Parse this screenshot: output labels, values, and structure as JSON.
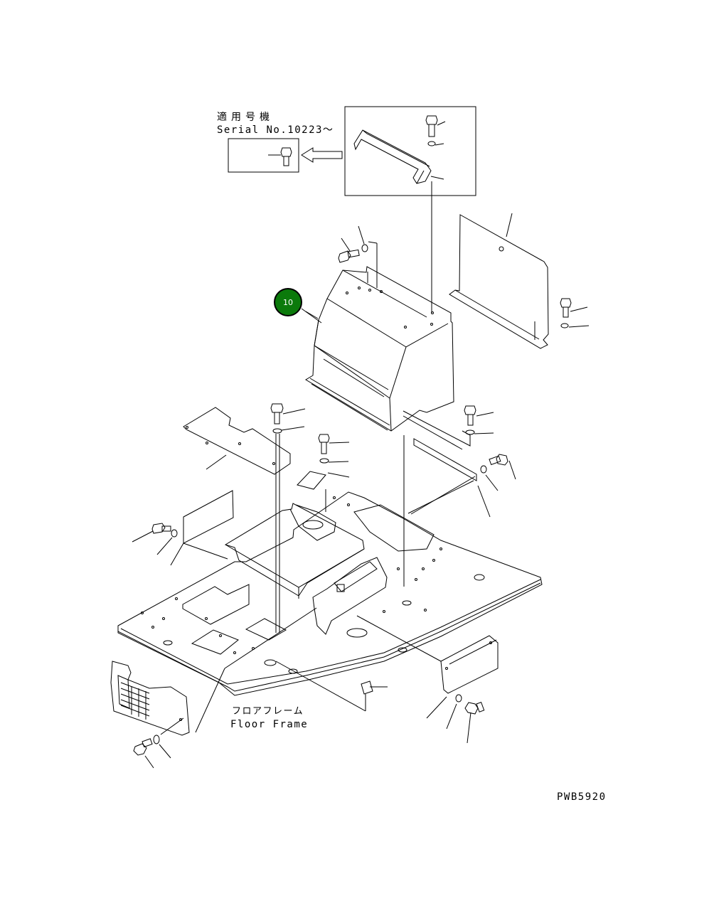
{
  "serial_note": {
    "jp_label": "適用号機",
    "serial_label": "Serial No.10223～"
  },
  "floor_frame": {
    "jp_label": "フロアフレーム",
    "en_label": "Floor Frame"
  },
  "callouts": [
    {
      "label": "10",
      "color": "#0b7a0b"
    }
  ],
  "drawing_code": "PWB5920"
}
